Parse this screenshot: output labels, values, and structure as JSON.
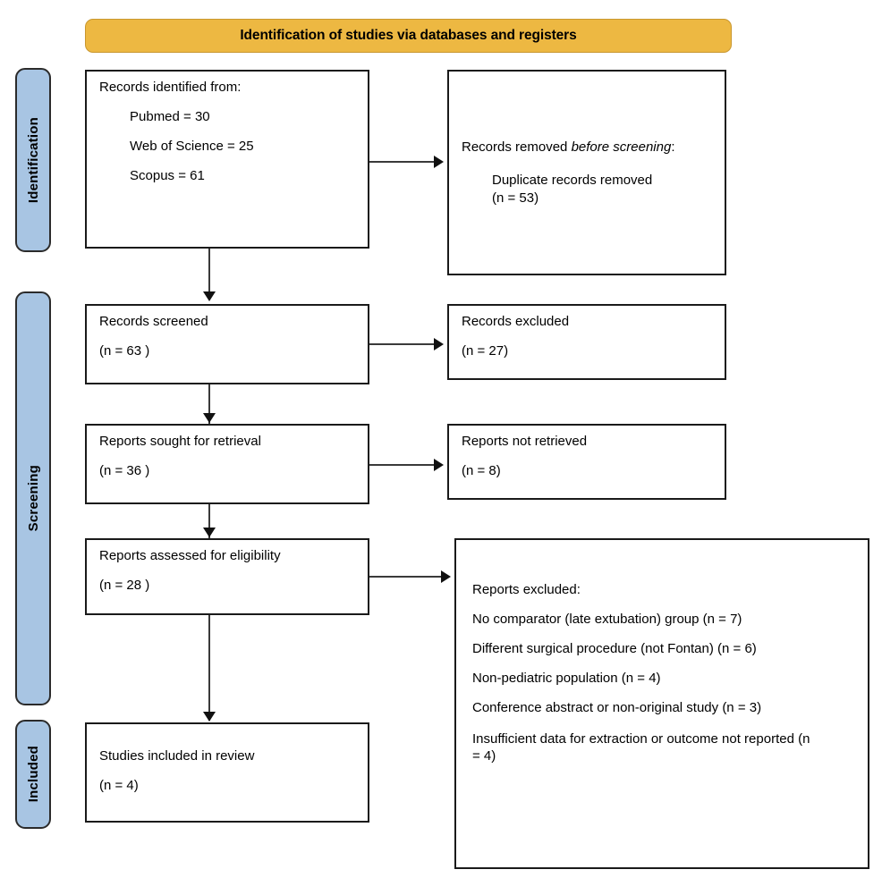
{
  "diagram": {
    "type": "prisma-flow-diagram",
    "banner_title": "Identification of studies via databases and registers",
    "banner_color": "#EDB842",
    "stage_color": "#A8C5E3"
  },
  "stages": [
    {
      "label": "Identification"
    },
    {
      "label": "Screening"
    },
    {
      "label": "Included"
    }
  ],
  "boxes": {
    "records_identified": {
      "heading": "Records identified from:",
      "sources": [
        "Pubmed = 30",
        "Web of Science = 25",
        "Scopus = 61"
      ]
    },
    "records_removed": {
      "heading_part1": "Records removed ",
      "heading_italic1": "before",
      "heading_italic2": "screening",
      "heading_colon": ":",
      "detail": "Duplicate records removed",
      "count": "(n = 53)"
    },
    "records_screened": {
      "label": "Records screened",
      "count": "(n = 63 )"
    },
    "records_excluded": {
      "label": "Records excluded",
      "count": "(n = 27)"
    },
    "reports_sought": {
      "label": "Reports sought for retrieval",
      "count": "(n = 36 )"
    },
    "reports_not_retrieved": {
      "label": "Reports not retrieved",
      "count": "(n = 8)"
    },
    "reports_assessed": {
      "label": "Reports assessed for eligibility",
      "count": "(n = 28 )"
    },
    "reports_excluded": {
      "heading": "Reports excluded:",
      "reasons": [
        "No comparator (late extubation) group (n = 7)",
        "Different surgical procedure (not Fontan) (n = 6)",
        "Non-pediatric population (n = 4)",
        "Conference abstract or non-original study (n = 3)",
        "Insufficient data for extraction or outcome not reported (n = 4)"
      ]
    },
    "studies_included": {
      "label": "Studies included in review",
      "count": "(n = 4)"
    }
  }
}
